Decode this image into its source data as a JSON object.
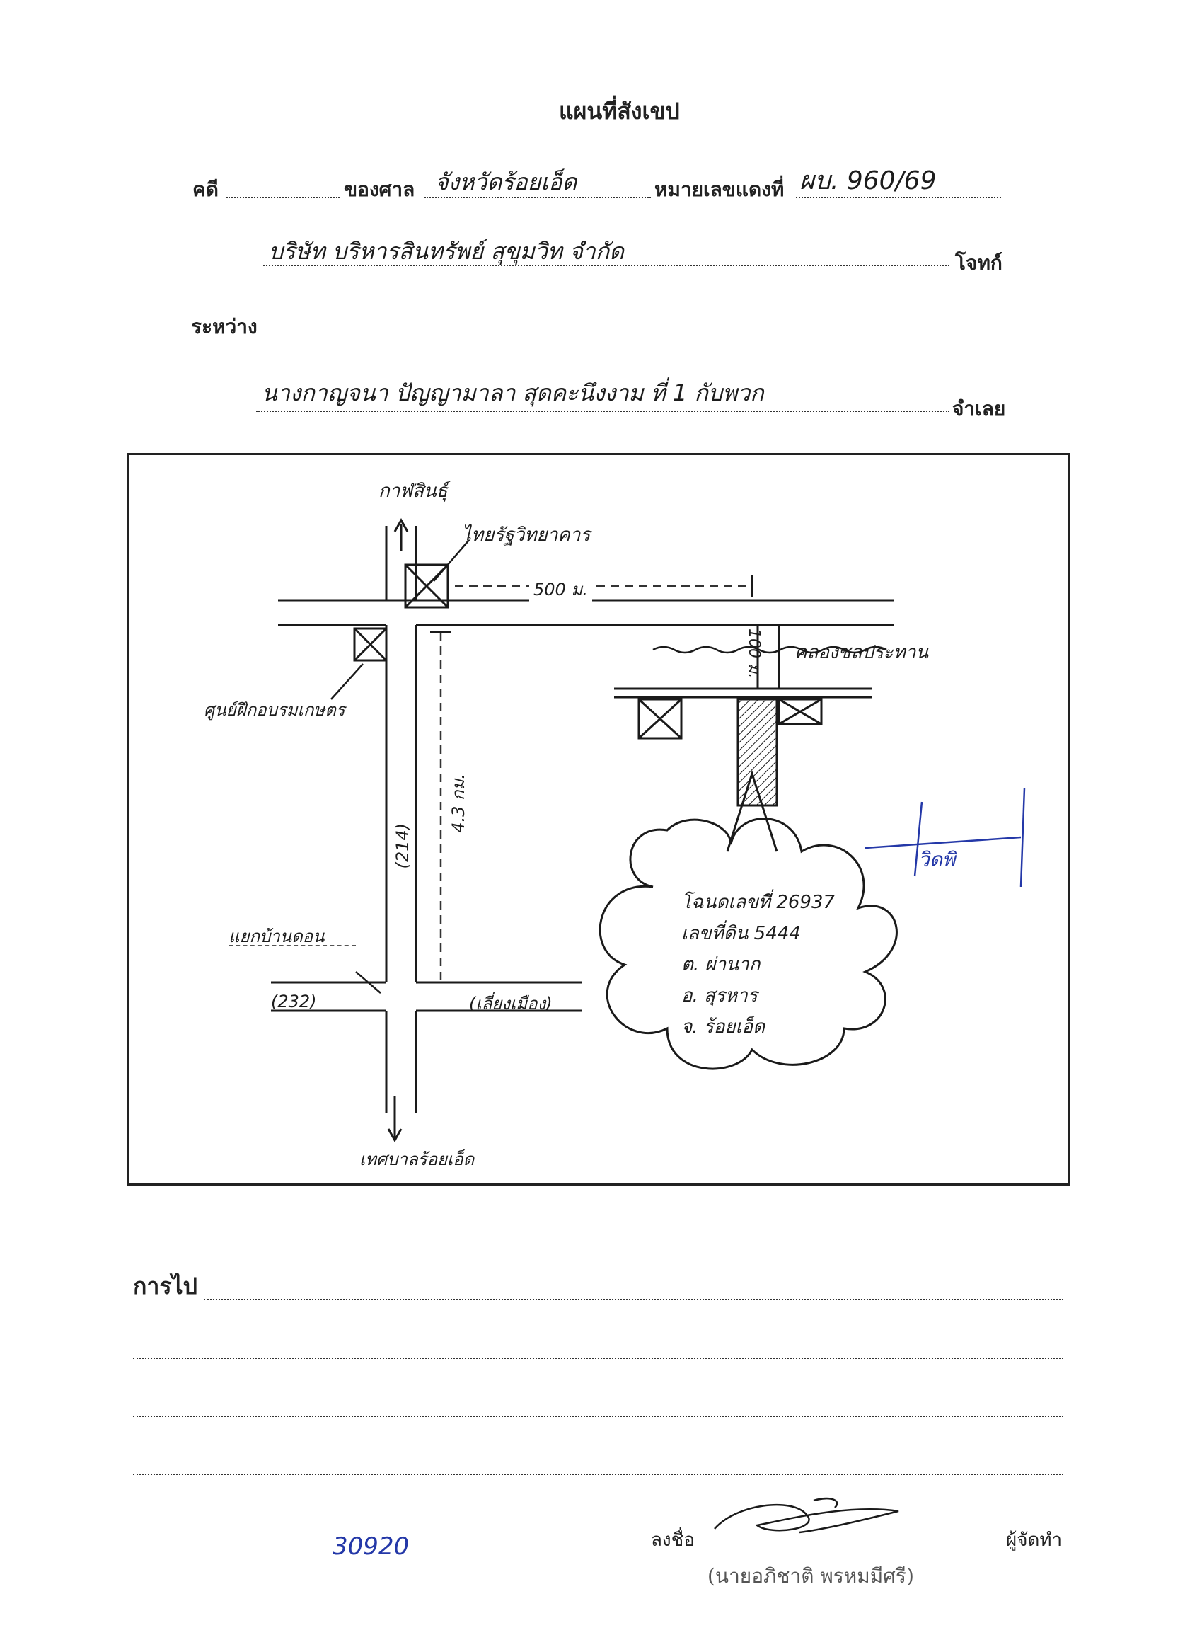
{
  "doc": {
    "title": "แผนที่สังเขป",
    "case_label": "คดี",
    "court_label": "ของศาล",
    "court_value": "จังหวัดร้อยเอ็ด",
    "red_no_label": "หมายเลขแดงที่",
    "red_no_value": "ผบ. 960/69",
    "plaintiff_value": "บริษัท บริหารสินทรัพย์ สุขุมวิท จำกัด",
    "plaintiff_label": "โจทก์",
    "between_label": "ระหว่าง",
    "defendant_value": "นางกาญจนา ปัญญามาลา สุดคะนึงงาม ที่ 1 กับพวก",
    "defendant_label": "จำเลย"
  },
  "map": {
    "north_dest": "กาฬสินธุ์",
    "south_dest": "เทศบาลร้อยเอ็ด",
    "school_label": "ไทยรัฐวิทยาคาร",
    "distance_top": "500 ม.",
    "distance_side": "100 ม.",
    "canal_label": "คลองชลประทาน",
    "highway_label": "(214)",
    "distance_road": "4.3 กม.",
    "center_label": "ศูนย์ฝึกอบรมเกษตร",
    "junction_label": "แยกบ้านดอน",
    "road_left": "(232)",
    "road_right": "(เลี่ยงเมือง)",
    "deed_line1": "โฉนดเลขที่ 26937",
    "deed_line2": "เลขที่ดิน 5444",
    "deed_line3": "ต. ผ่านาก",
    "deed_line4": "อ. สุรหาร",
    "deed_line5": "จ. ร้อยเอ็ด",
    "stamp_text": "วิดพิ"
  },
  "footer": {
    "directions_label": "การไป",
    "sign_label": "ลงชื่อ",
    "maker_label": "ผู้จัดทำ",
    "signer_name": "(นายอภิชาติ พรหมมีศรี)",
    "file_number": "30920"
  },
  "colors": {
    "ink": "#1a1a1a",
    "blue_ink": "#2438a8",
    "paper": "#ffffff"
  }
}
